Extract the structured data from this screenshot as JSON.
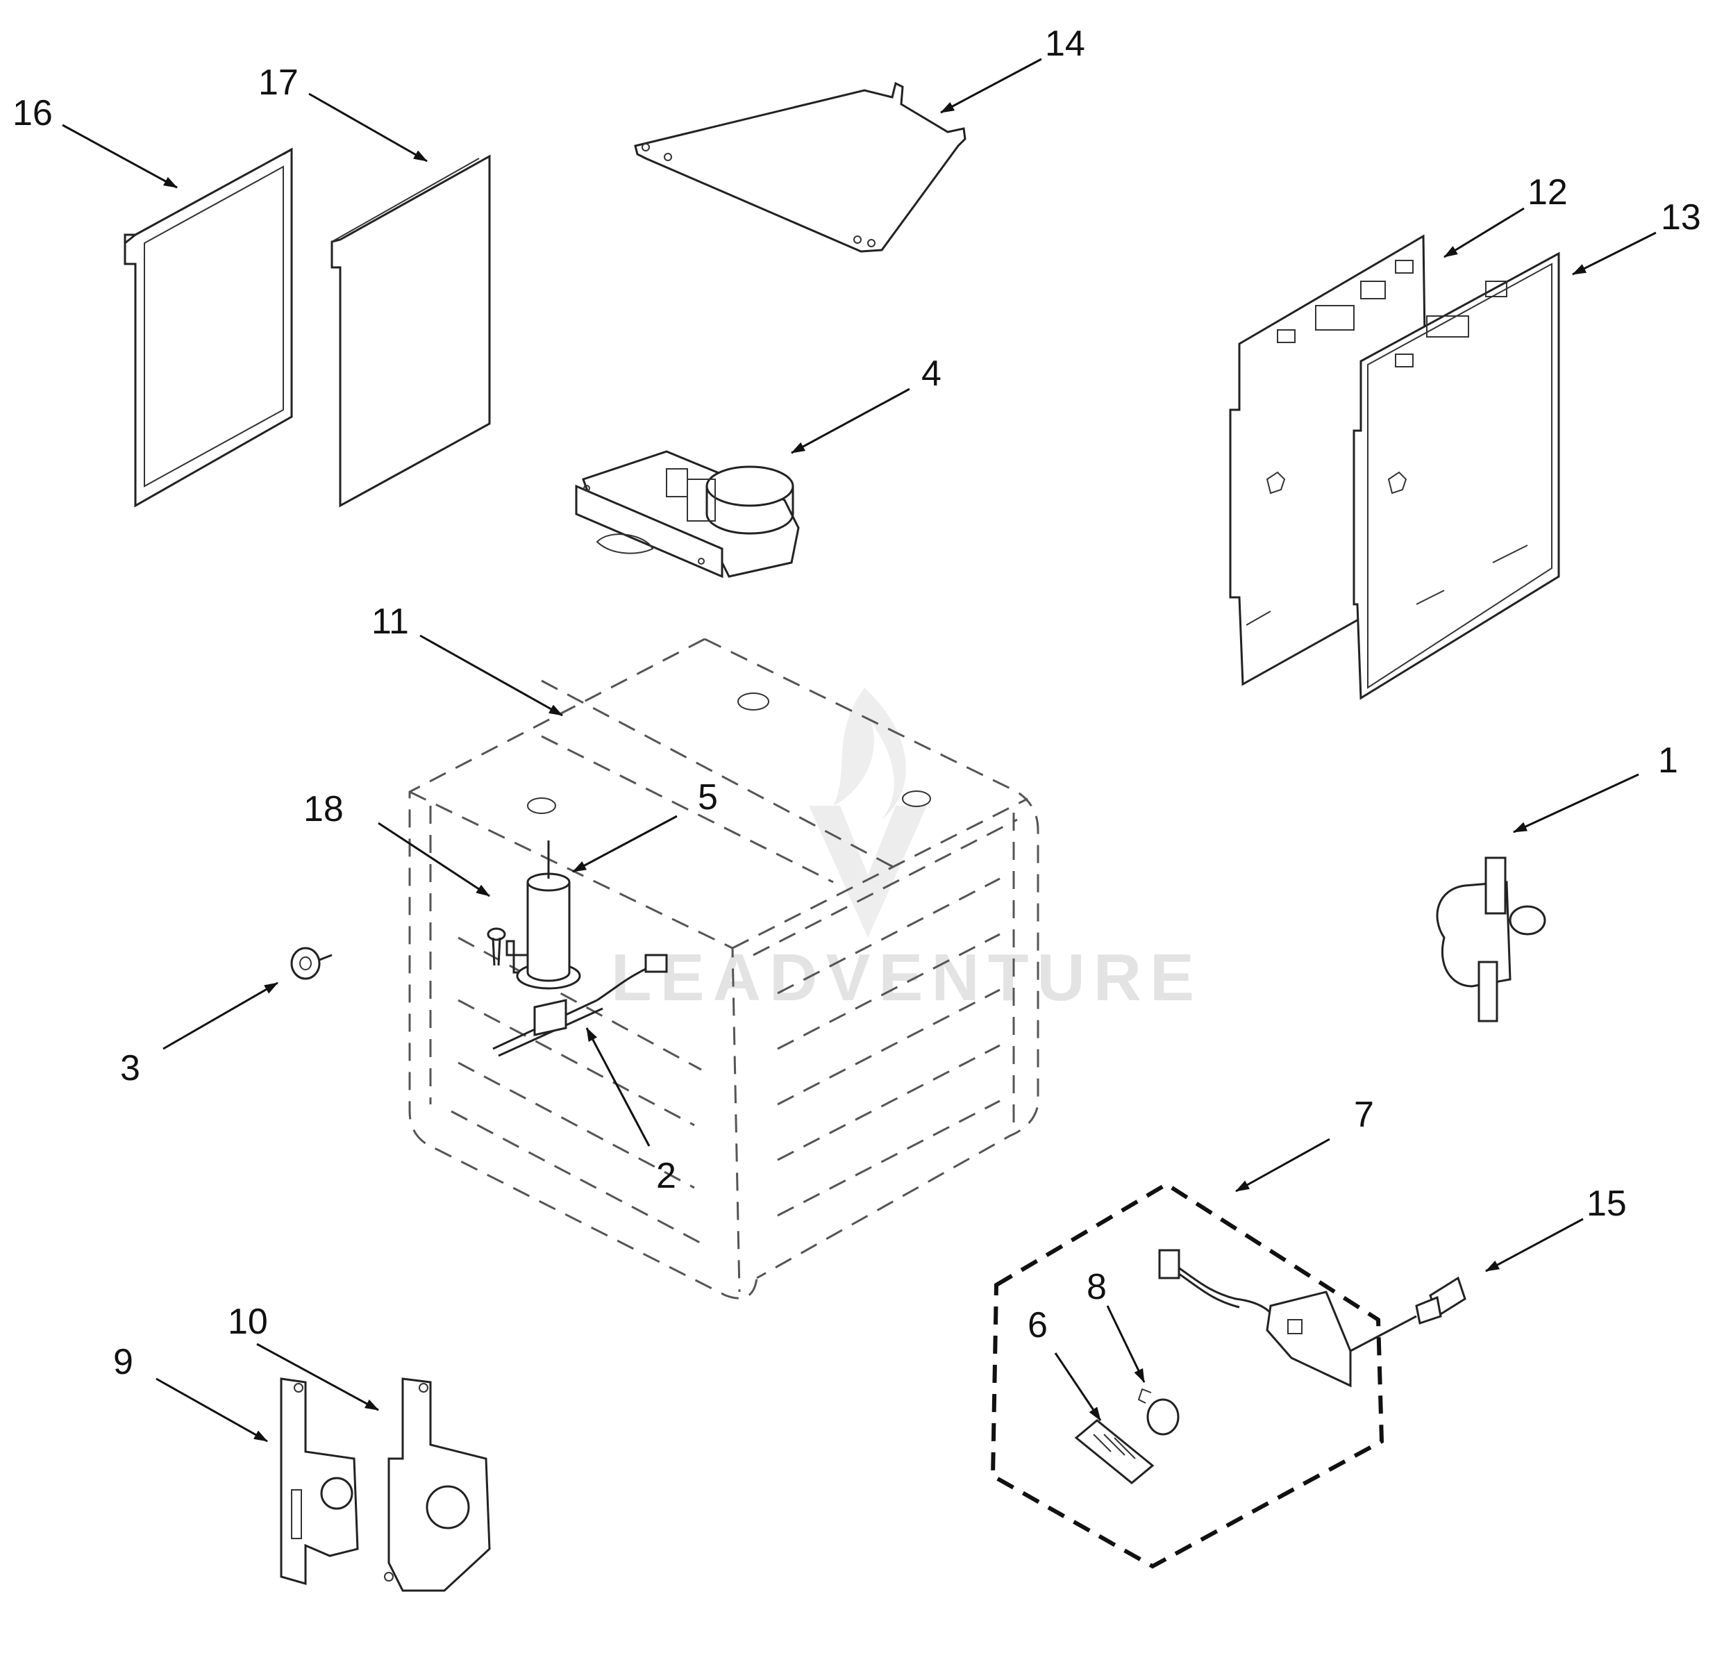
{
  "colors": {
    "line": "#222222",
    "watermark": "#e3e3e3",
    "background": "#ffffff"
  },
  "watermark": {
    "text": "LEADVENTURE"
  },
  "callouts": [
    {
      "id": "1",
      "label": "1"
    },
    {
      "id": "2",
      "label": "2"
    },
    {
      "id": "3",
      "label": "3"
    },
    {
      "id": "4",
      "label": "4"
    },
    {
      "id": "5",
      "label": "5"
    },
    {
      "id": "6",
      "label": "6"
    },
    {
      "id": "7",
      "label": "7"
    },
    {
      "id": "8",
      "label": "8"
    },
    {
      "id": "9",
      "label": "9"
    },
    {
      "id": "10",
      "label": "10"
    },
    {
      "id": "11",
      "label": "11"
    },
    {
      "id": "12",
      "label": "12"
    },
    {
      "id": "13",
      "label": "13"
    },
    {
      "id": "14",
      "label": "14"
    },
    {
      "id": "15",
      "label": "15"
    },
    {
      "id": "16",
      "label": "16"
    },
    {
      "id": "17",
      "label": "17"
    },
    {
      "id": "18",
      "label": "18"
    }
  ]
}
